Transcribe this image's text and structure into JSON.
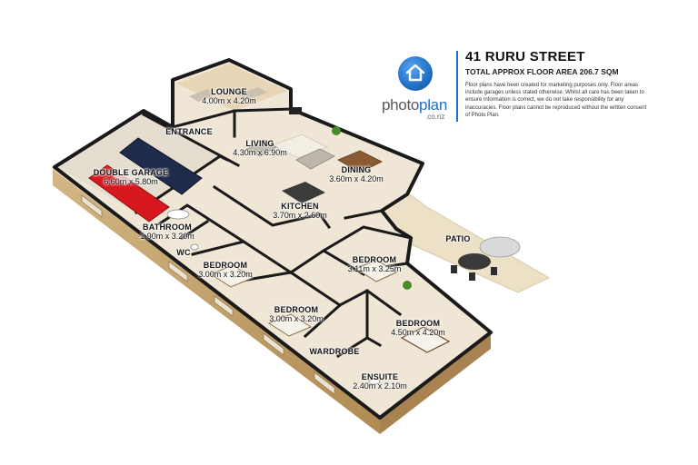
{
  "header": {
    "address": "41 RURU STREET",
    "total_area": "TOTAL APPROX FLOOR AREA 206.7 SQM",
    "disclaimer": "Floor plans have been created for marketing purposes only. Floor areas include garages unless stated otherwise. Whilst all care has been taken to ensure information is correct, we do not take responsibility for any inaccuracies. Floor plans cannot be reproduced without the written consent of Photo Plan."
  },
  "logo": {
    "brand_a": "photo",
    "brand_b": "plan",
    "sub": ".co.nz",
    "icon": "house-icon"
  },
  "rooms": {
    "lounge": {
      "name": "LOUNGE",
      "dims": "4.00m x 4.20m"
    },
    "entrance": {
      "name": "ENTRANCE",
      "dims": ""
    },
    "living": {
      "name": "LIVING",
      "dims": "4.30m x 6.90m"
    },
    "dining": {
      "name": "DINING",
      "dims": "3.60m x 4.20m"
    },
    "double_garage": {
      "name": "DOUBLE GARAGE",
      "dims": "6.60m x 5.80m"
    },
    "kitchen": {
      "name": "KITCHEN",
      "dims": "3.70m x 2.60m"
    },
    "bathroom": {
      "name": "BATHROOM",
      "dims": "1.90m x 3.20m"
    },
    "wc": {
      "name": "WC",
      "dims": ""
    },
    "patio": {
      "name": "PATIO",
      "dims": ""
    },
    "bedroom_1": {
      "name": "BEDROOM",
      "dims": "3.00m x 3.20m"
    },
    "bedroom_2": {
      "name": "BEDROOM",
      "dims": "3.11m x 3.25m"
    },
    "bedroom_3": {
      "name": "BEDROOM",
      "dims": "3.00m x 3.20m"
    },
    "bedroom_4": {
      "name": "BEDROOM",
      "dims": "4.50m x 4.20m"
    },
    "wardrobe": {
      "name": "WARDROBE",
      "dims": ""
    },
    "ensuite": {
      "name": "ENSUITE",
      "dims": "2.40m x 2.10m"
    }
  },
  "colors": {
    "floor": "#efe6d6",
    "wall_top": "#1a1a1a",
    "wall_side": "#c7a772",
    "patio": "#ece0c6",
    "brand_blue": "#1f6fc4",
    "car": "#d7191f",
    "suv": "#1f2b4a"
  }
}
